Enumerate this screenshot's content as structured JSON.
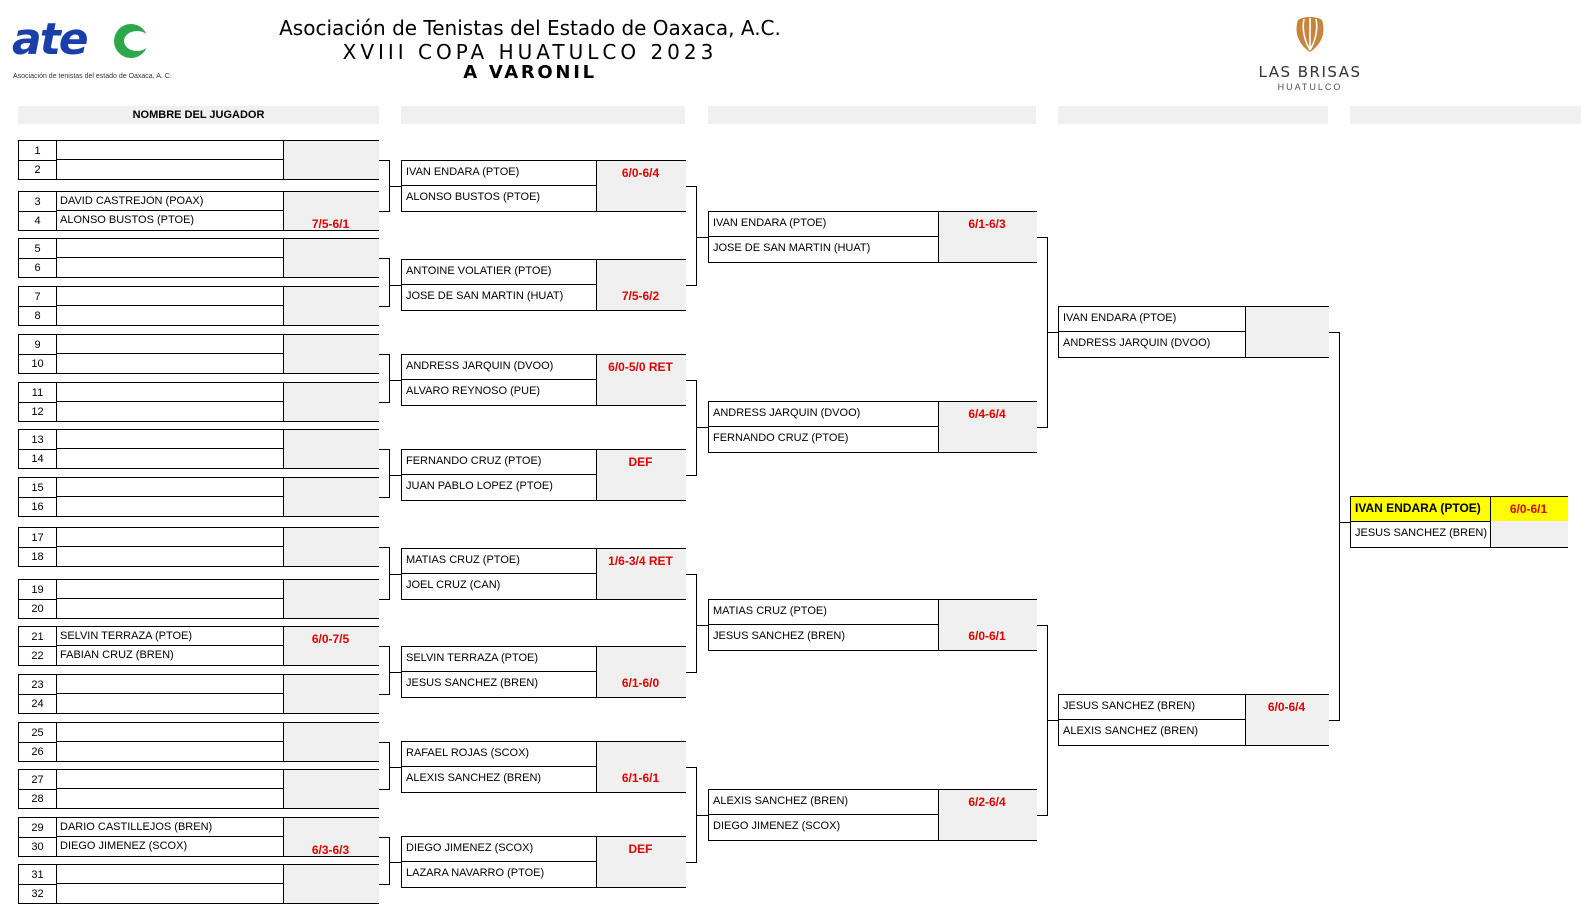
{
  "header": {
    "line1": "Asociación de Tenistas del Estado de Oaxaca, A.C.",
    "line2": "XVIII COPA HUATULCO 2023",
    "line3": "A VARONIL",
    "logo_left_text": "ate",
    "logo_left_sub": "Asociación de tenistas del estado de Oaxaca, A. C.",
    "logo_right_brand": "LAS BRISAS",
    "logo_right_city": "HUATULCO"
  },
  "col_header": "NOMBRE DEL JUGADOR",
  "round1": [
    {
      "n1": "1",
      "n2": "2",
      "p1": "",
      "p2": "",
      "score": ""
    },
    {
      "n1": "3",
      "n2": "4",
      "p1": "DAVID CASTREJON (POAX)",
      "p2": "ALONSO BUSTOS (PTOE)",
      "score": "7/5-6/1"
    },
    {
      "n1": "5",
      "n2": "6",
      "p1": "",
      "p2": "",
      "score": ""
    },
    {
      "n1": "7",
      "n2": "8",
      "p1": "",
      "p2": "",
      "score": ""
    },
    {
      "n1": "9",
      "n2": "10",
      "p1": "",
      "p2": "",
      "score": ""
    },
    {
      "n1": "11",
      "n2": "12",
      "p1": "",
      "p2": "",
      "score": ""
    },
    {
      "n1": "13",
      "n2": "14",
      "p1": "",
      "p2": "",
      "score": ""
    },
    {
      "n1": "15",
      "n2": "16",
      "p1": "",
      "p2": "",
      "score": ""
    },
    {
      "n1": "17",
      "n2": "18",
      "p1": "",
      "p2": "",
      "score": ""
    },
    {
      "n1": "19",
      "n2": "20",
      "p1": "",
      "p2": "",
      "score": ""
    },
    {
      "n1": "21",
      "n2": "22",
      "p1": "SELVIN TERRAZA  (PTOE)",
      "p2": "FABIAN CRUZ (BREN)",
      "score": "6/0-7/5"
    },
    {
      "n1": "23",
      "n2": "24",
      "p1": "",
      "p2": "",
      "score": ""
    },
    {
      "n1": "25",
      "n2": "26",
      "p1": "",
      "p2": "",
      "score": ""
    },
    {
      "n1": "27",
      "n2": "28",
      "p1": "",
      "p2": "",
      "score": ""
    },
    {
      "n1": "29",
      "n2": "30",
      "p1": "DARIO CASTILLEJOS (BREN)",
      "p2": "DIEGO JIMENEZ  (SCOX)",
      "score": "6/3-6/3"
    },
    {
      "n1": "31",
      "n2": "32",
      "p1": "",
      "p2": "",
      "score": ""
    }
  ],
  "round2": [
    {
      "p1": "IVAN ENDARA (PTOE)",
      "p2": "ALONSO BUSTOS (PTOE)",
      "score": "6/0-6/4"
    },
    {
      "p1": "ANTOINE VOLATIER  (PTOE)",
      "p2": "JOSE DE SAN MARTIN (HUAT)",
      "score": "7/5-6/2"
    },
    {
      "p1": "ANDRESS JARQUIN  (DVOO)",
      "p2": "ALVARO REYNOSO (PUE)",
      "score": "6/0-5/0 RET"
    },
    {
      "p1": "FERNANDO CRUZ (PTOE)",
      "p2": "JUAN PABLO LOPEZ (PTOE)",
      "score": "DEF"
    },
    {
      "p1": "MATIAS CRUZ  (PTOE)",
      "p2": "JOEL CRUZ  (CAN)",
      "score": "1/6-3/4 RET"
    },
    {
      "p1": "SELVIN TERRAZA  (PTOE)",
      "p2": "JESUS SANCHEZ (BREN)",
      "score": "6/1-6/0"
    },
    {
      "p1": "RAFAEL ROJAS (SCOX)",
      "p2": "ALEXIS SANCHEZ (BREN)",
      "score": "6/1-6/1"
    },
    {
      "p1": "DIEGO JIMENEZ  (SCOX)",
      "p2": "LAZARA NAVARRO  (PTOE)",
      "score": "DEF"
    }
  ],
  "round3": [
    {
      "p1": "IVAN ENDARA (PTOE)",
      "p2": "JOSE DE SAN MARTIN (HUAT)",
      "score": "6/1-6/3"
    },
    {
      "p1": "ANDRESS JARQUIN  (DVOO)",
      "p2": "FERNANDO CRUZ (PTOE)",
      "score": "6/4-6/4"
    },
    {
      "p1": "MATIAS CRUZ  (PTOE)",
      "p2": "JESUS SANCHEZ (BREN)",
      "score": "6/0-6/1"
    },
    {
      "p1": "ALEXIS SANCHEZ (BREN)",
      "p2": "DIEGO JIMENEZ  (SCOX)",
      "score": "6/2-6/4"
    }
  ],
  "round4": [
    {
      "p1": "IVAN ENDARA (PTOE)",
      "p2": "ANDRESS JARQUIN  (DVOO)",
      "score": ""
    },
    {
      "p1": "JESUS SANCHEZ (BREN)",
      "p2": "ALEXIS SANCHEZ (BREN)",
      "score": "6/0-6/4"
    }
  ],
  "final": {
    "p1": "IVAN ENDARA (PTOE)",
    "p2": "JESUS SANCHEZ (BREN)",
    "score": "6/0-6/1"
  }
}
